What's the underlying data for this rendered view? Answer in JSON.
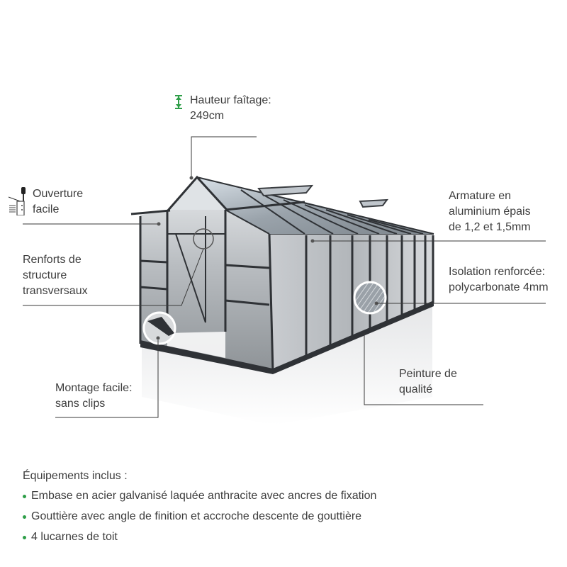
{
  "colors": {
    "accent_green": "#2e9e48",
    "text": "#3d3d3d",
    "leader_line": "#3a3a3a",
    "frame": "#2f3236"
  },
  "callouts": {
    "ridge_height": {
      "line1": "Hauteur faîtage:",
      "line2": "249cm",
      "icon": "height-arrows-icon"
    },
    "easy_opening": {
      "line1": "Ouverture",
      "line2": "facile",
      "icon": "window-opener-icon"
    },
    "cross_reinforcement": {
      "line1": "Renforts de",
      "line2": "structure",
      "line3": "transversaux"
    },
    "easy_assembly": {
      "line1": "Montage facile:",
      "line2": "sans clips"
    },
    "aluminium_frame": {
      "line1": "Armature en",
      "line2": "aluminium épais",
      "line3": "de 1,2 et 1,5mm"
    },
    "insulation": {
      "line1": "Isolation renforcée:",
      "line2": "polycarbonate 4mm"
    },
    "paint_quality": {
      "line1": "Peinture de",
      "line2": "qualité"
    }
  },
  "equipment": {
    "title": "Équipements inclus :",
    "items": [
      "Embase en acier galvanisé laquée anthracite avec ancres de fixation",
      "Gouttière avec angle de finition et accroche descente de gouttière",
      "4 lucarnes de toit"
    ]
  }
}
